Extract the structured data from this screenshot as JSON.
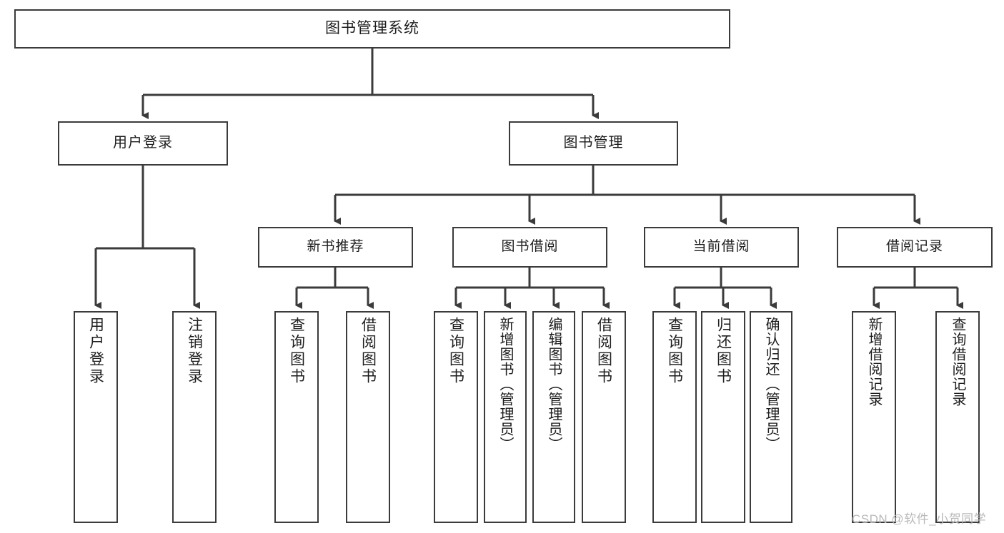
{
  "diagram": {
    "title_node": {
      "label": "图书管理系统"
    },
    "level2": [
      {
        "id": "user-login",
        "label": "用户登录"
      },
      {
        "id": "book-manage",
        "label": "图书管理"
      }
    ],
    "level3": [
      {
        "id": "new-book-rec",
        "label": "新书推荐"
      },
      {
        "id": "book-borrow",
        "label": "图书借阅"
      },
      {
        "id": "current-borrow",
        "label": "当前借阅"
      },
      {
        "id": "borrow-record",
        "label": "借阅记录"
      }
    ],
    "leaves": {
      "user_login": [
        {
          "id": "leaf-user-login",
          "label": "用户登录"
        },
        {
          "id": "leaf-user-logout",
          "label": "注销登录"
        }
      ],
      "new_book_rec": [
        {
          "id": "leaf-query-book-1",
          "label": "查询图书"
        },
        {
          "id": "leaf-borrow-book-1",
          "label": "借阅图书"
        }
      ],
      "book_borrow": [
        {
          "id": "leaf-query-book-2",
          "label": "查询图书"
        },
        {
          "id": "leaf-add-book",
          "label": "新增图书（管理员）"
        },
        {
          "id": "leaf-edit-book",
          "label": "编辑图书（管理员）"
        },
        {
          "id": "leaf-borrow-book-2",
          "label": "借阅图书"
        }
      ],
      "current_borrow": [
        {
          "id": "leaf-query-book-3",
          "label": "查询图书"
        },
        {
          "id": "leaf-return-book",
          "label": "归还图书"
        },
        {
          "id": "leaf-confirm-return",
          "label": "确认归还（管理员）"
        }
      ],
      "borrow_record": [
        {
          "id": "leaf-add-record",
          "label": "新增借阅记录"
        },
        {
          "id": "leaf-query-record",
          "label": "查询借阅记录"
        }
      ]
    },
    "watermark": "CSDN @软件_小贺同学",
    "colors": {
      "stroke": "#3b3b3b",
      "fill": "#ffffff",
      "text": "#1d1d1d",
      "watermark": "#b9b9b9"
    }
  }
}
